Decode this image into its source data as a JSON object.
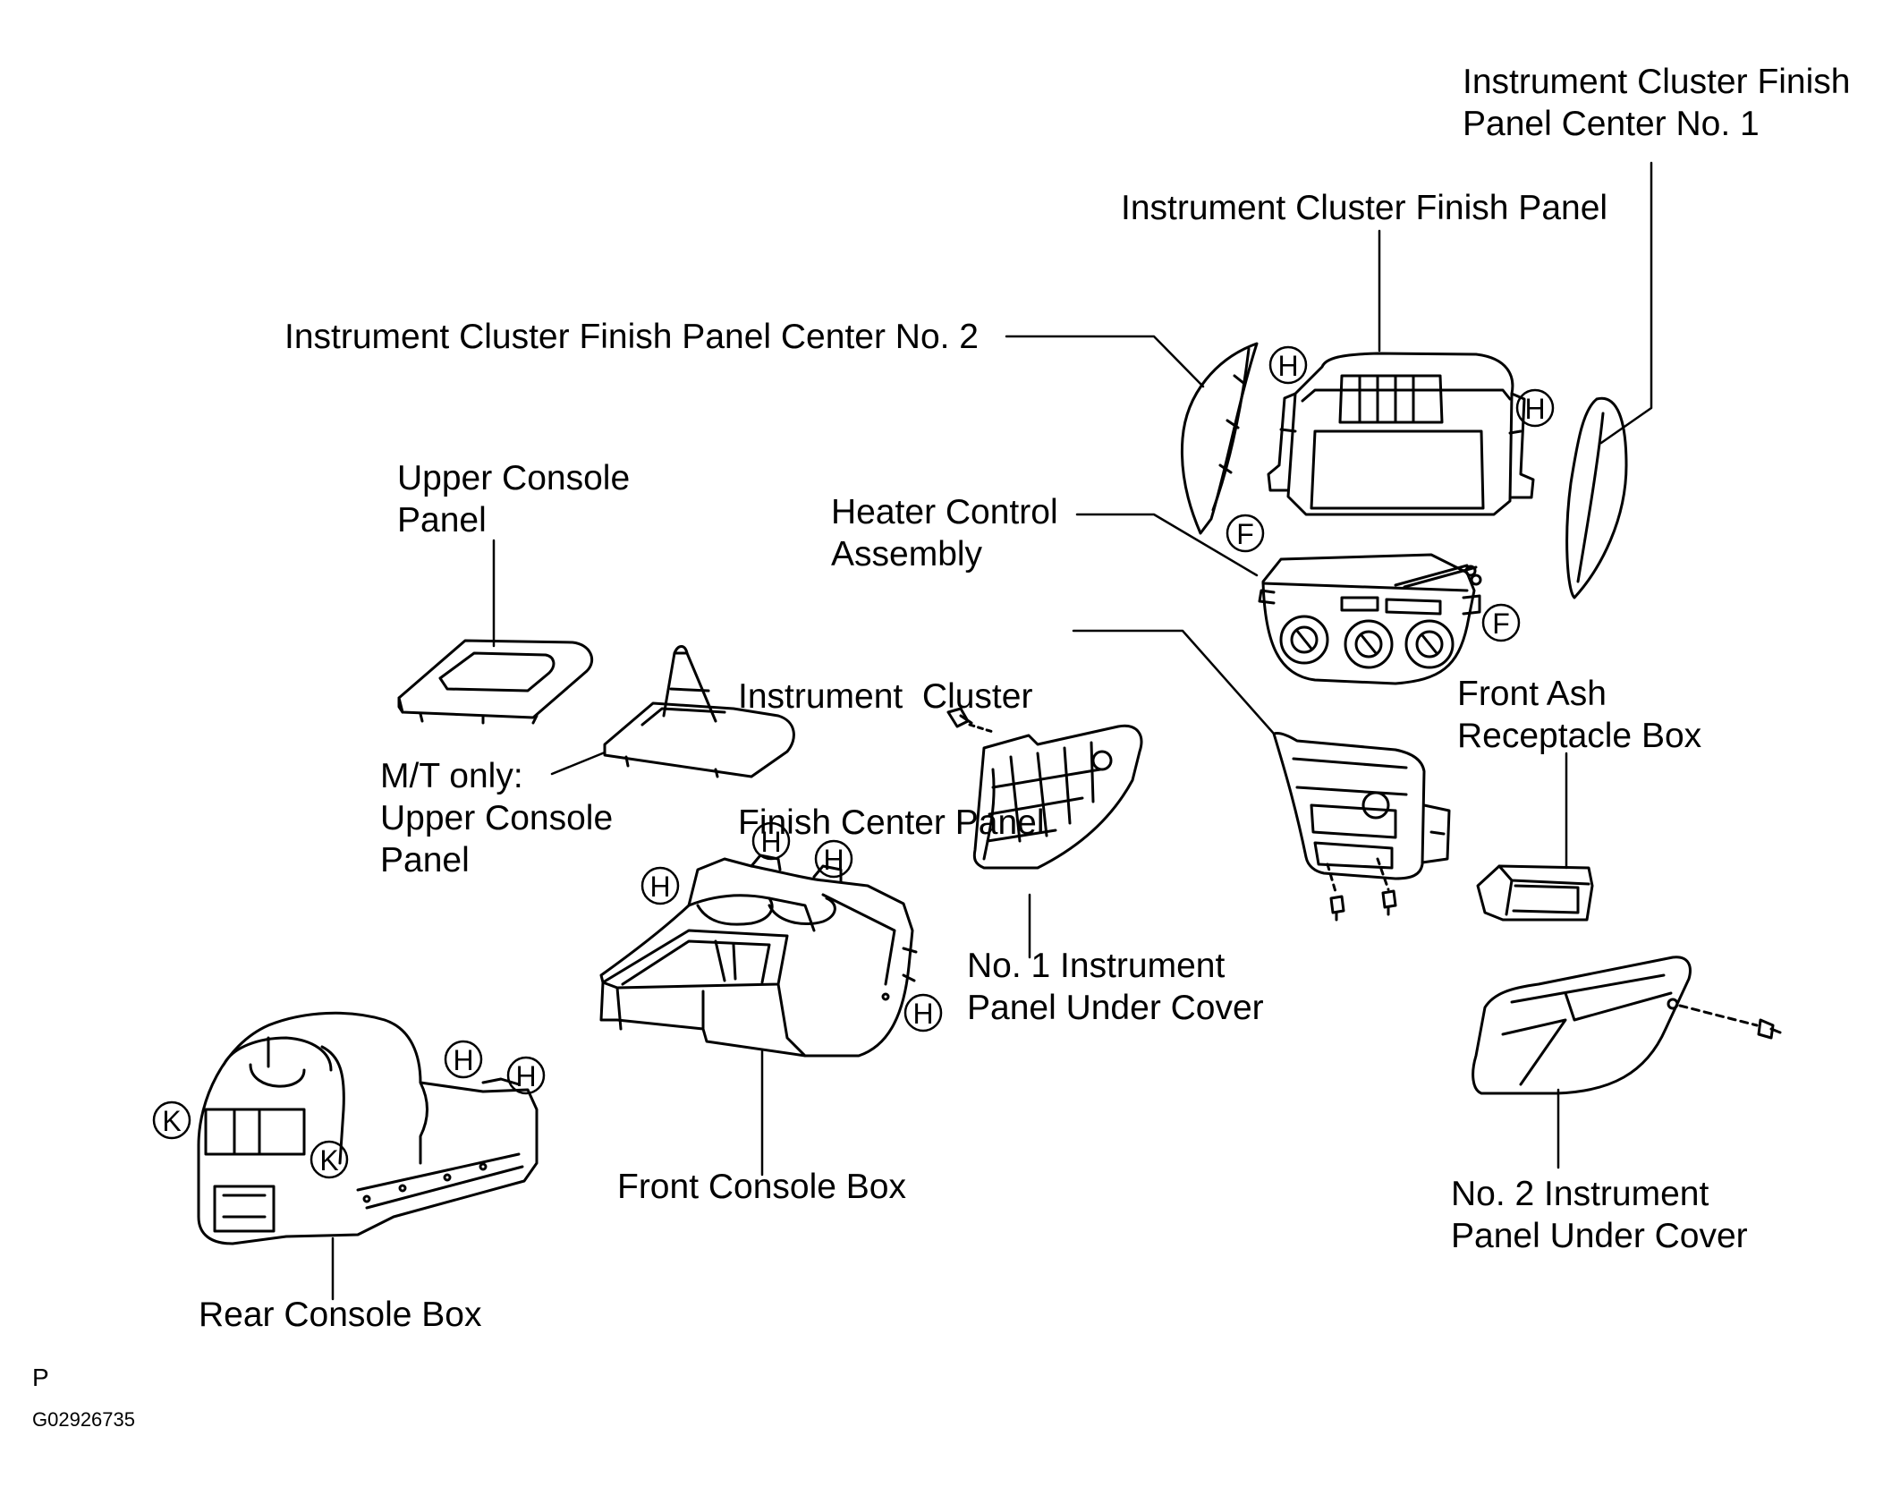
{
  "labels": {
    "cluster_finish_panel_center_no1": [
      "Instrument Cluster Finish",
      "Panel Center No. 1"
    ],
    "cluster_finish_panel": "Instrument Cluster Finish Panel",
    "cluster_finish_panel_center_no2": "Instrument Cluster Finish Panel Center No. 2",
    "upper_console_panel": [
      "Upper Console",
      "Panel"
    ],
    "heater_control_assembly": [
      "Heater Control",
      "Assembly"
    ],
    "cluster_finish_center_panel": [
      "Instrument  Cluster",
      "Finish Center Panel"
    ],
    "front_ash_receptacle_box": [
      "Front Ash",
      "Receptacle Box"
    ],
    "mt_upper_console_panel": [
      "M/T only:",
      "Upper Console",
      "Panel"
    ],
    "no1_under_cover": [
      "No. 1 Instrument",
      "Panel Under Cover"
    ],
    "front_console_box": "Front Console Box",
    "no2_under_cover": [
      "No. 2 Instrument",
      "Panel Under Cover"
    ],
    "rear_console_box": "Rear Console Box"
  },
  "clip_markers": {
    "H": "H",
    "F": "F",
    "K": "K"
  },
  "footer": {
    "page_mark": "P",
    "figure_code": "G02926735"
  }
}
